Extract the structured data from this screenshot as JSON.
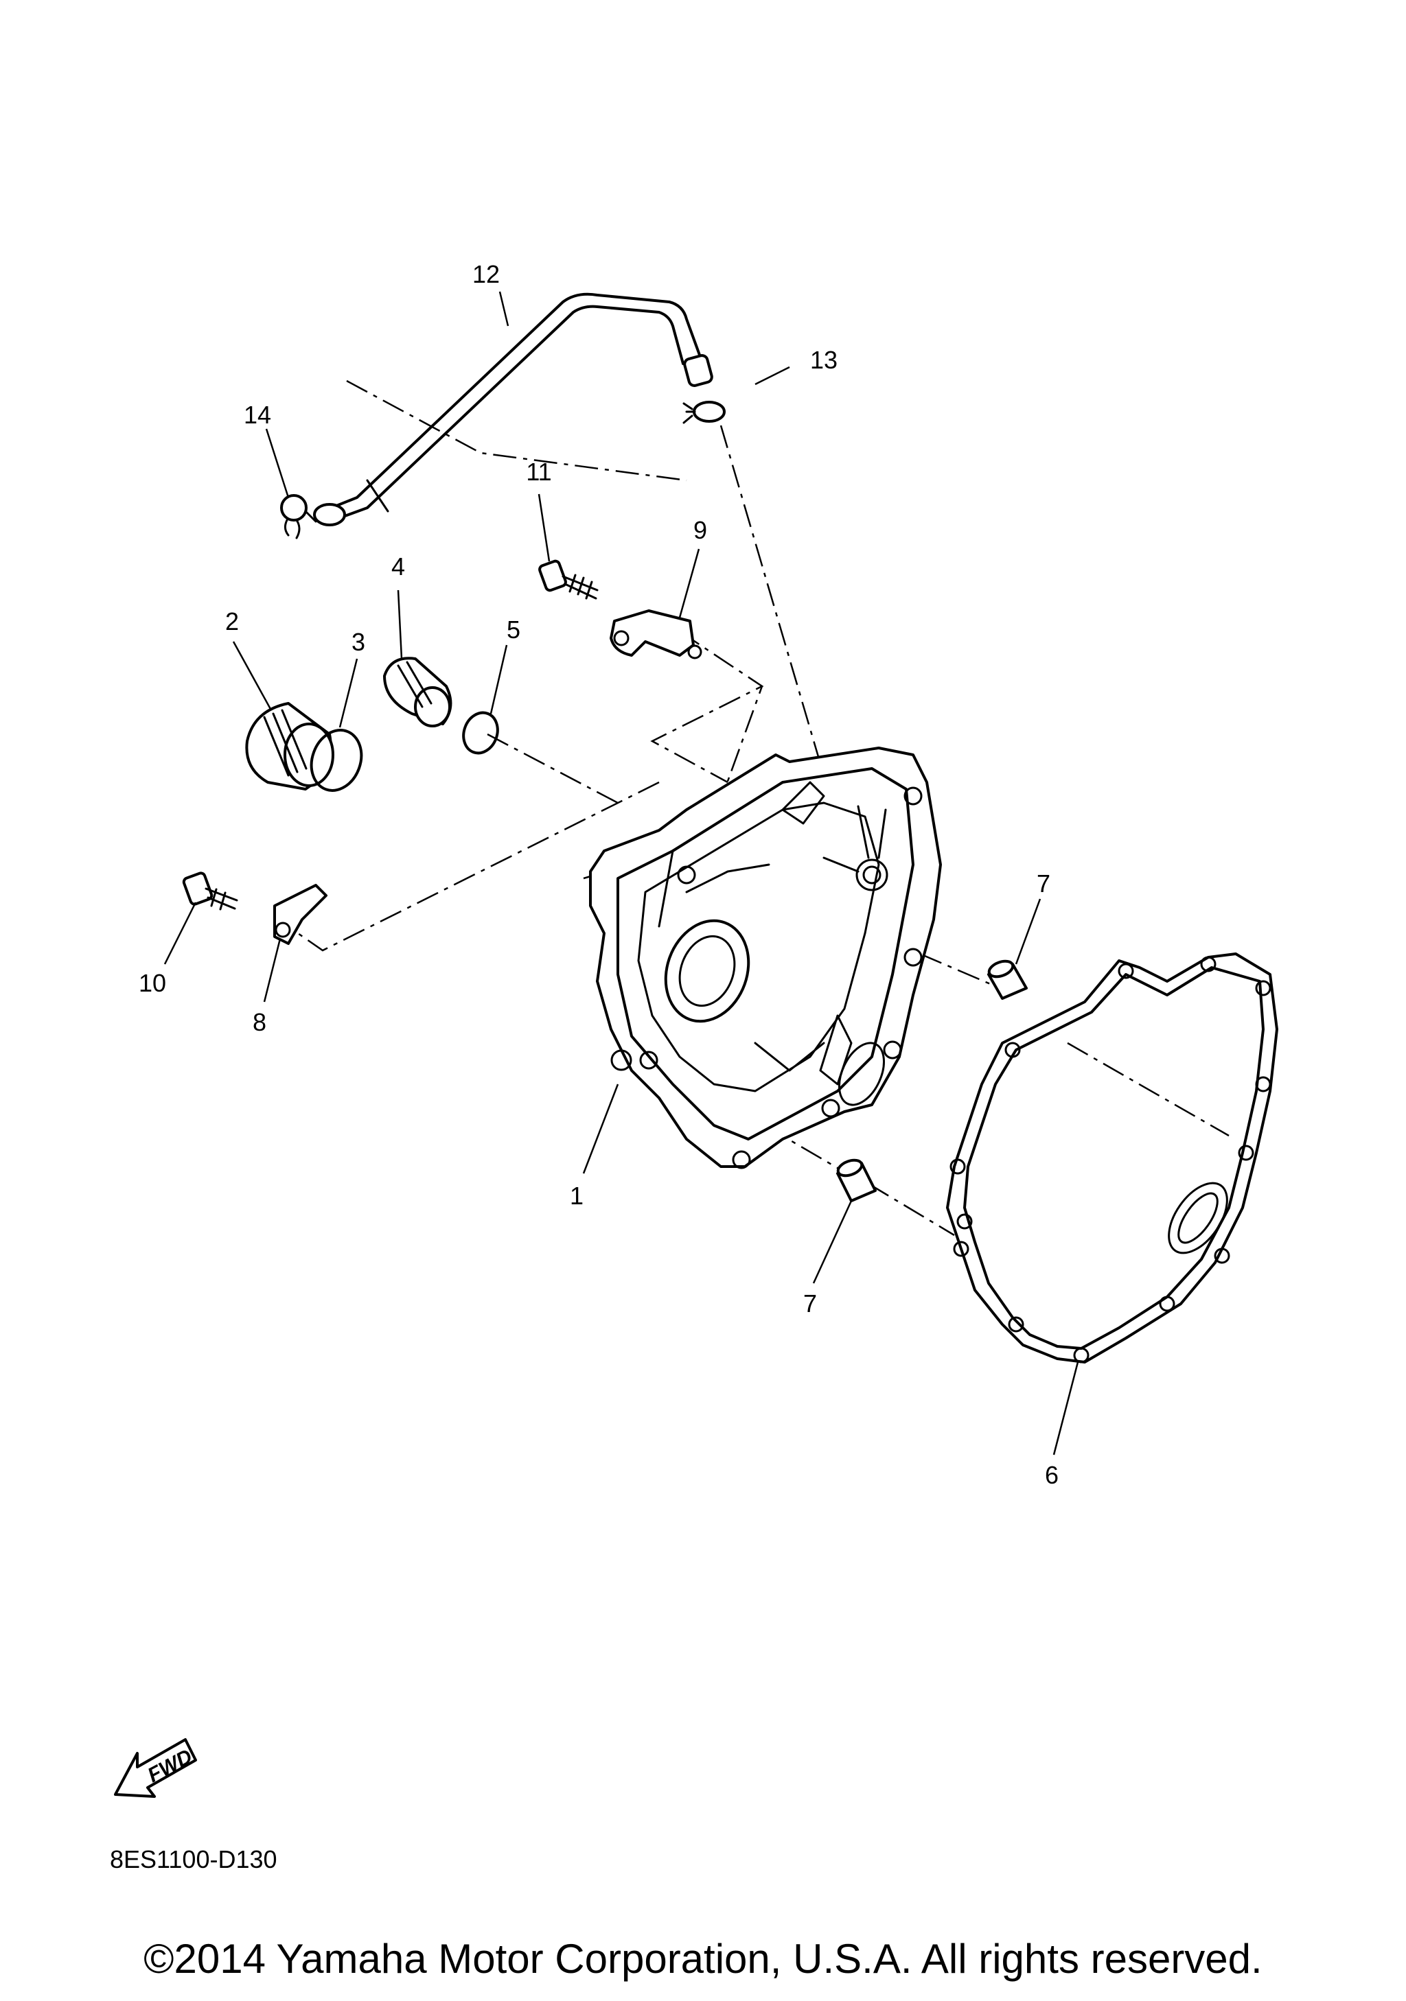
{
  "callouts": {
    "c1": "1",
    "c2": "2",
    "c3": "3",
    "c4": "4",
    "c5": "5",
    "c6": "6",
    "c7a": "7",
    "c7b": "7",
    "c8": "8",
    "c9": "9",
    "c10": "10",
    "c11": "11",
    "c12": "12",
    "c13": "13",
    "c14": "14"
  },
  "fwd_label": "FWD",
  "diagram_code": "8ES1100-D130",
  "copyright": "©2014 Yamaha Motor Corporation, U.S.A. All rights reserved.",
  "icons": {
    "fwd": "fwd-arrow-icon"
  }
}
